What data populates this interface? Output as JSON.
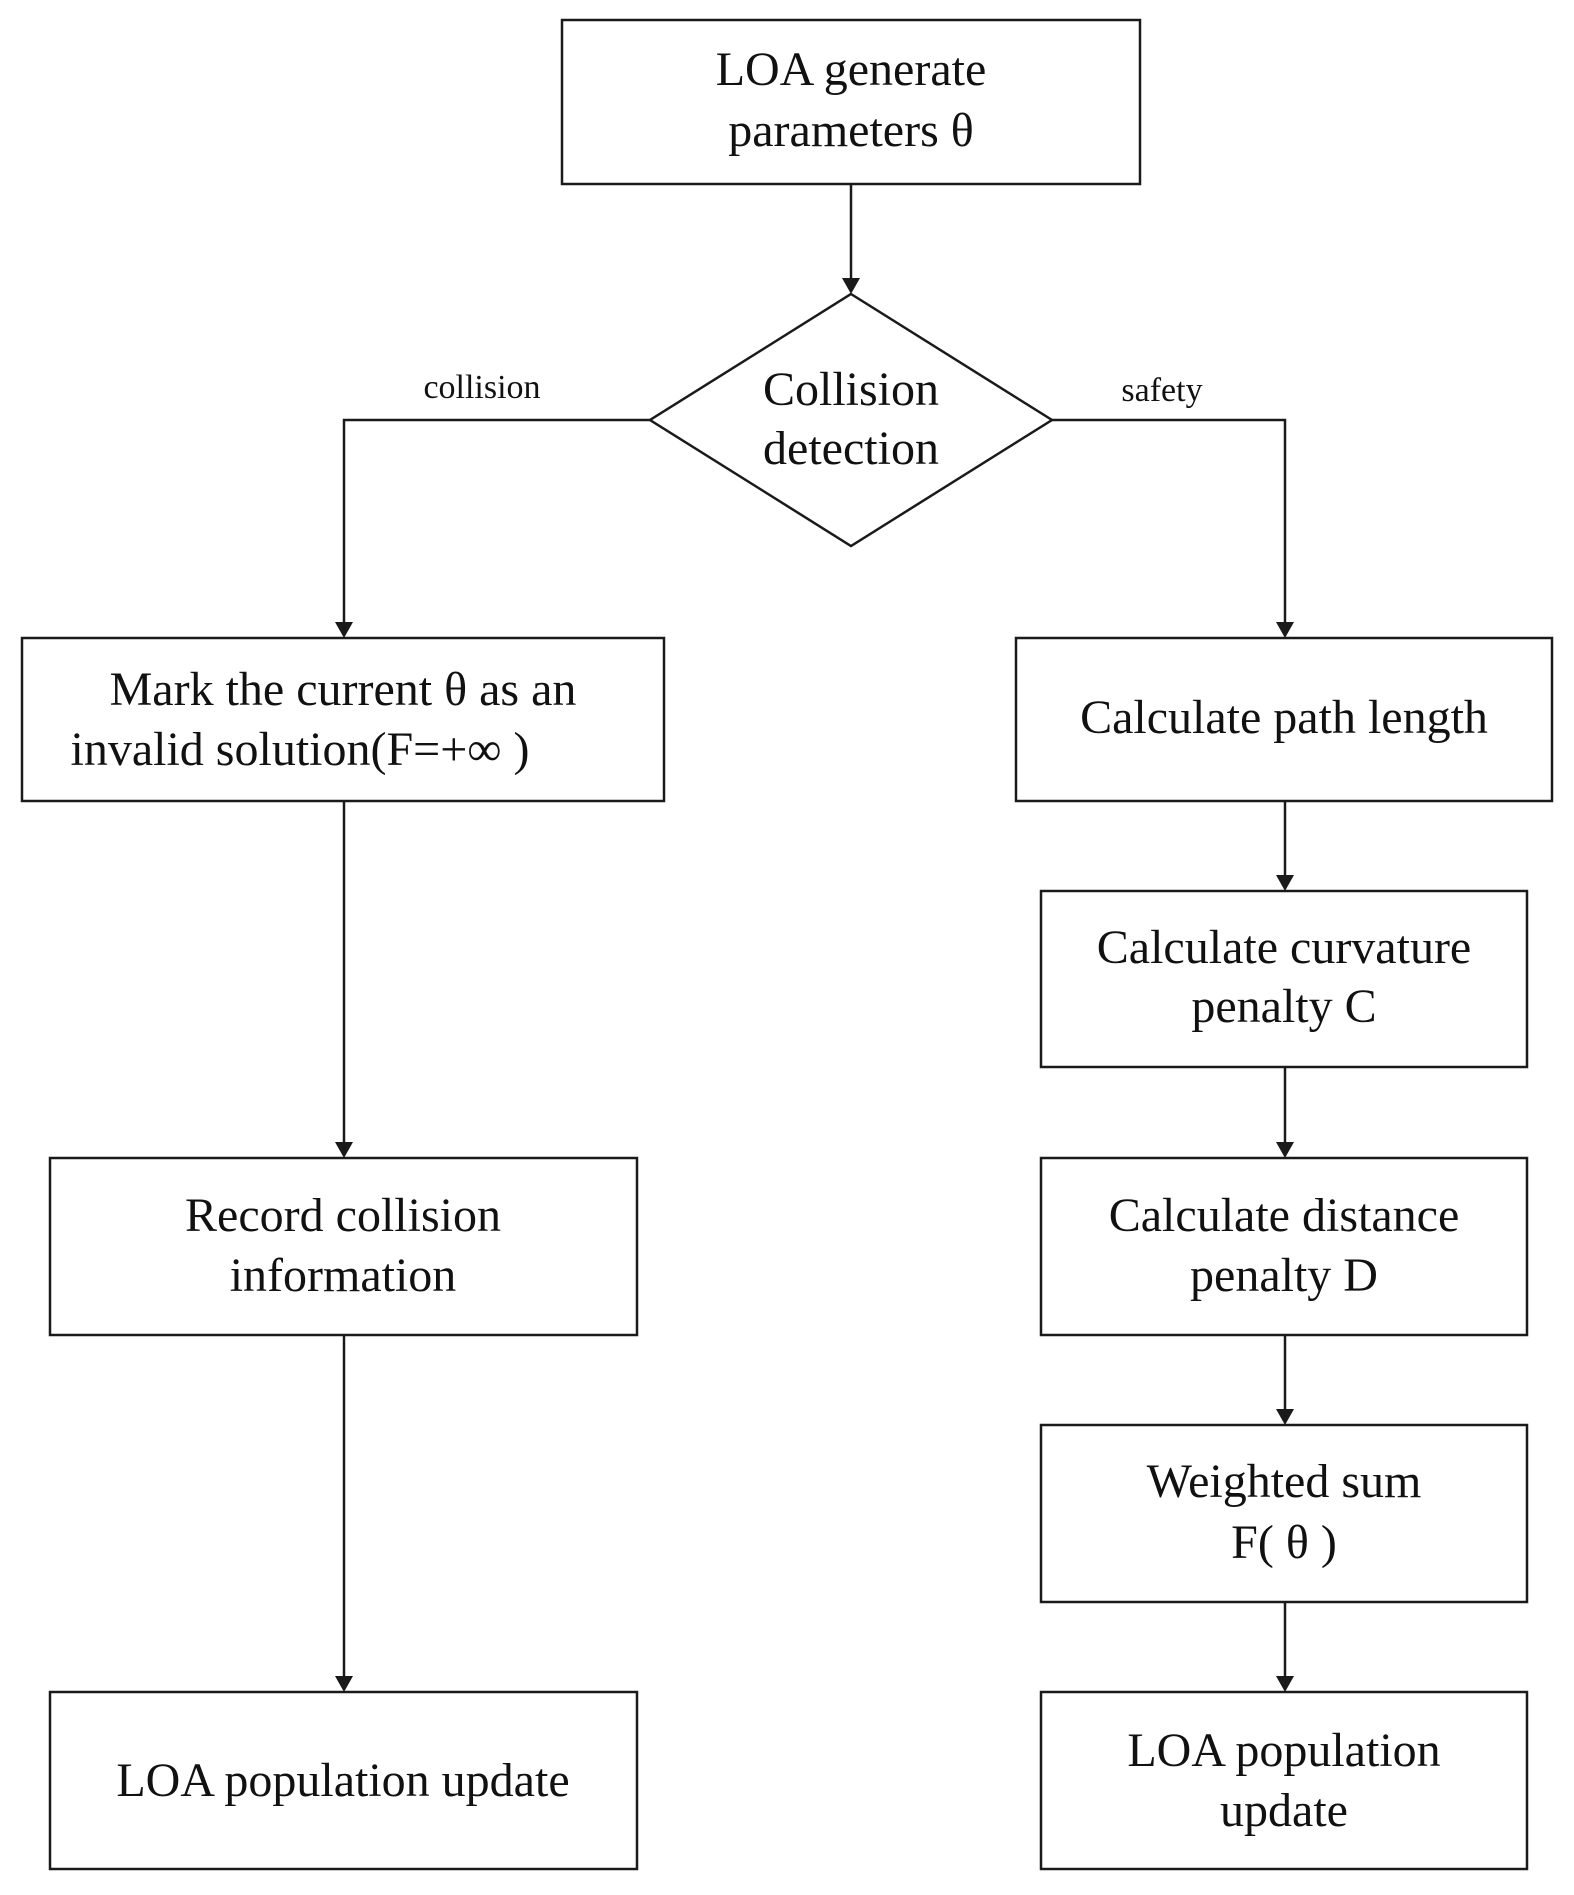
{
  "diagram": {
    "nodes": {
      "start": {
        "shape": "rect",
        "lines": [
          "LOA generate",
          "parameters θ"
        ]
      },
      "decision": {
        "shape": "diamond",
        "lines": [
          "Collision",
          "detection"
        ]
      },
      "mark_invalid": {
        "shape": "rect",
        "lines": [
          "Mark the current θ  as an",
          "invalid solution(F=+∞ )"
        ]
      },
      "record_collision": {
        "shape": "rect",
        "lines": [
          "Record collision",
          "information"
        ]
      },
      "left_update": {
        "shape": "rect",
        "lines": [
          "LOA population update"
        ]
      },
      "path_length": {
        "shape": "rect",
        "lines": [
          "Calculate path length"
        ]
      },
      "curvature": {
        "shape": "rect",
        "lines": [
          "Calculate curvature",
          "penalty C"
        ]
      },
      "distance": {
        "shape": "rect",
        "lines": [
          "Calculate distance",
          "penalty D"
        ]
      },
      "weighted_sum": {
        "shape": "rect",
        "lines": [
          "Weighted sum",
          "F( θ  )"
        ]
      },
      "right_update": {
        "shape": "rect",
        "lines": [
          "LOA population",
          "update"
        ]
      }
    },
    "edges": [
      {
        "from": "start",
        "to": "decision",
        "label": ""
      },
      {
        "from": "decision",
        "to": "mark_invalid",
        "label": "collision"
      },
      {
        "from": "decision",
        "to": "path_length",
        "label": "safety"
      },
      {
        "from": "mark_invalid",
        "to": "record_collision",
        "label": ""
      },
      {
        "from": "record_collision",
        "to": "left_update",
        "label": ""
      },
      {
        "from": "path_length",
        "to": "curvature",
        "label": ""
      },
      {
        "from": "curvature",
        "to": "distance",
        "label": ""
      },
      {
        "from": "distance",
        "to": "weighted_sum",
        "label": ""
      },
      {
        "from": "weighted_sum",
        "to": "right_update",
        "label": ""
      }
    ]
  }
}
